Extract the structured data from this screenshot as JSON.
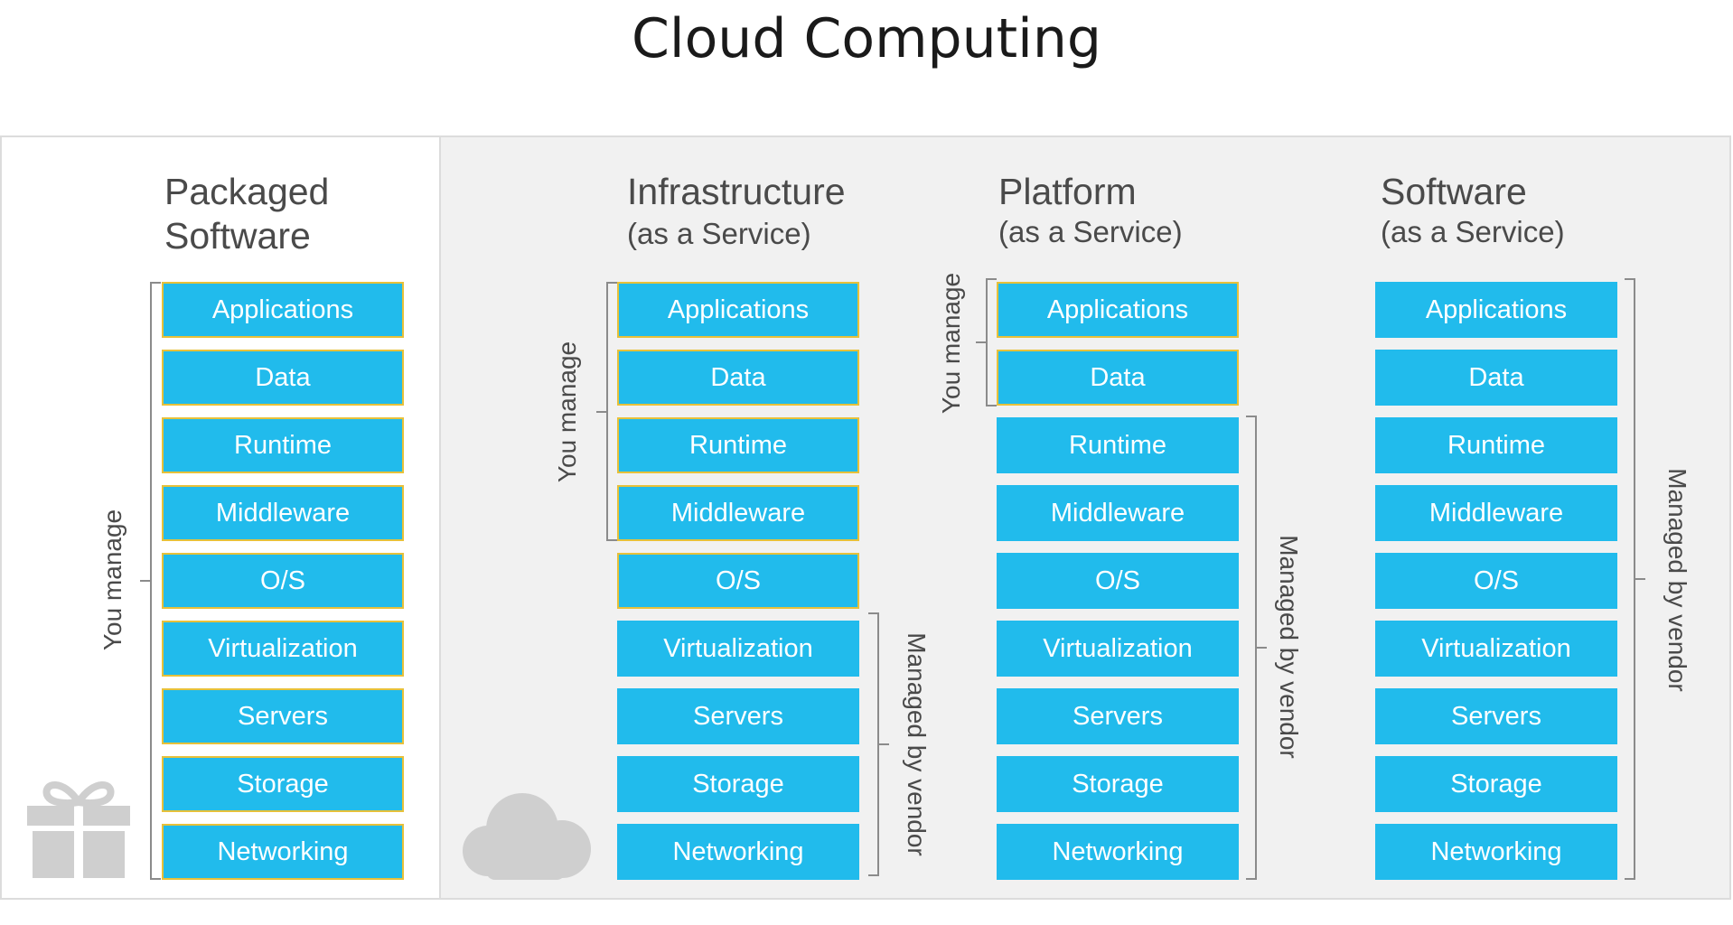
{
  "title": "Cloud Computing",
  "layers": [
    "Applications",
    "Data",
    "Runtime",
    "Middleware",
    "O/S",
    "Virtualization",
    "Servers",
    "Storage",
    "Networking"
  ],
  "columns": [
    {
      "title_line1": "Packaged",
      "title_line2": "Software",
      "subtitle": ""
    },
    {
      "title": "Infrastructure",
      "subtitle": "(as a Service)"
    },
    {
      "title": "Platform",
      "subtitle": "(as a Service)"
    },
    {
      "title": "Software",
      "subtitle": "(as a Service)"
    }
  ],
  "labels": {
    "you_manage": "You manage",
    "managed_by_vendor": "Managed by vendor"
  },
  "icons": {
    "packaged": "gift-icon",
    "cloud": "cloud-icon"
  },
  "colors": {
    "layer_fill": "#21bbec",
    "managed_border": "#e7c13a",
    "bracket": "#8b8b8b",
    "panel_bg": "#f1f1f1"
  }
}
